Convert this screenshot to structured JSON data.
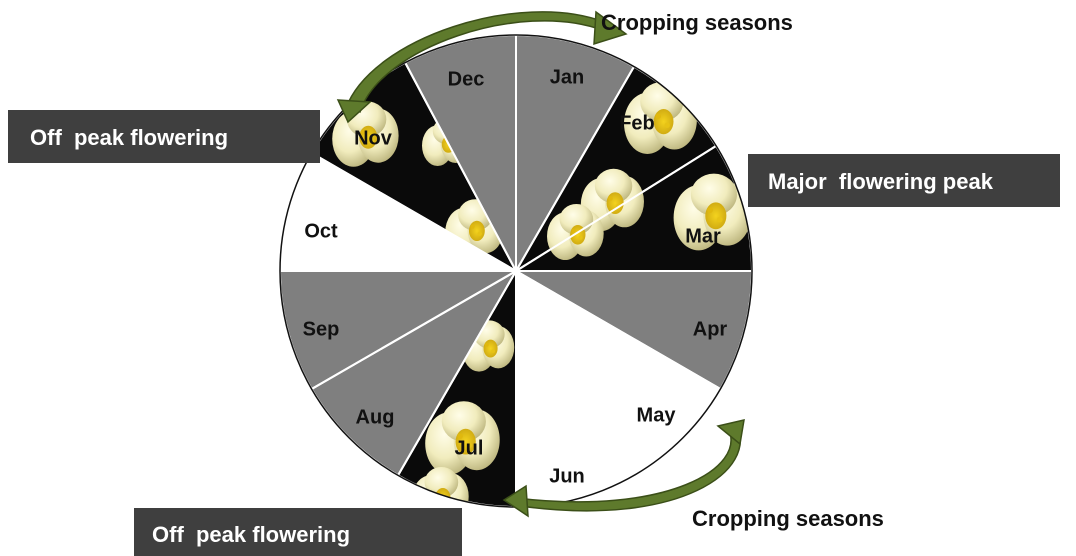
{
  "months": [
    {
      "label": "Jan",
      "fill": "gray"
    },
    {
      "label": "Feb",
      "fill": "photo"
    },
    {
      "label": "Mar",
      "fill": "photo"
    },
    {
      "label": "Apr",
      "fill": "gray"
    },
    {
      "label": "May",
      "fill": "white"
    },
    {
      "label": "Jun",
      "fill": "white"
    },
    {
      "label": "Jul",
      "fill": "photo"
    },
    {
      "label": "Aug",
      "fill": "gray"
    },
    {
      "label": "Sep",
      "fill": "gray"
    },
    {
      "label": "Oct",
      "fill": "white"
    },
    {
      "label": "Nov",
      "fill": "photo"
    },
    {
      "label": "Dec",
      "fill": "gray"
    }
  ],
  "labels": {
    "off_peak_top": "Off  peak flowering",
    "major_peak": "Major  flowering peak",
    "off_peak_bottom": "Off  peak flowering",
    "cropping_top": "Cropping seasons",
    "cropping_bottom": "Cropping seasons"
  },
  "colors": {
    "gray_segment": "#7f7f7f",
    "white_segment": "#ffffff",
    "photo_background": "#0a0a0a",
    "arrow": "#5e7a2c",
    "label_box": "#3f3f3f"
  }
}
